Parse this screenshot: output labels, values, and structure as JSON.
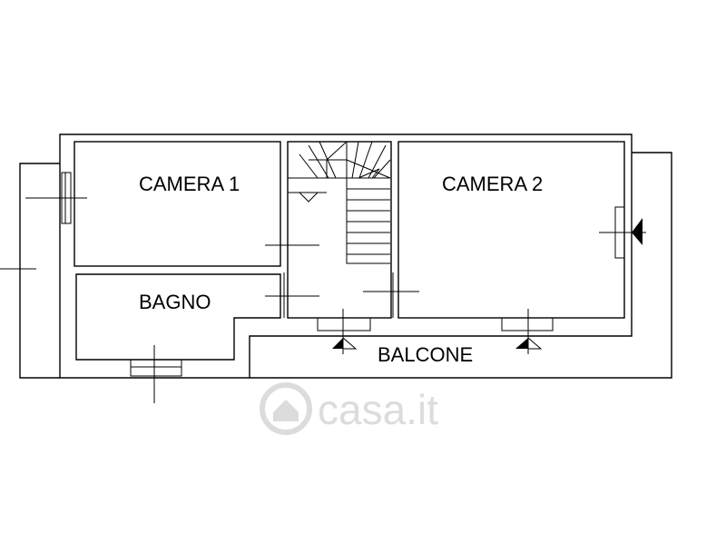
{
  "rooms": {
    "camera1": "CAMERA 1",
    "camera2": "CAMERA 2",
    "bagno": "BAGNO",
    "balcone": "BALCONE"
  },
  "watermark": {
    "text": "casa.it",
    "color": "#d9d9d9"
  },
  "colors": {
    "ink": "#000000",
    "background": "#ffffff"
  }
}
